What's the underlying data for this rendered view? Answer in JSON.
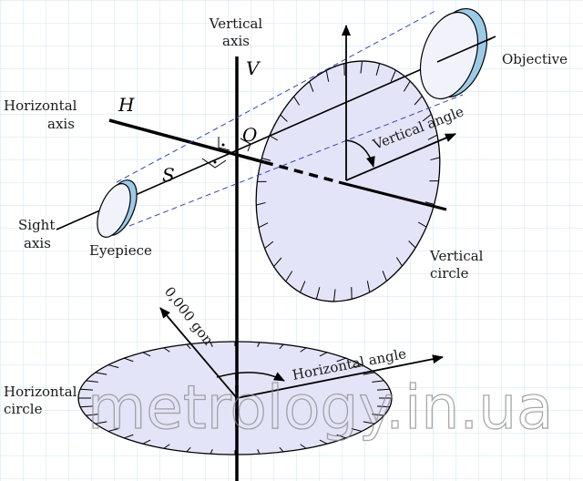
{
  "labels": {
    "vertical_axis_line1": "Vertical",
    "vertical_axis_line2": "axis",
    "horizontal_axis_line1": "Horizontal",
    "horizontal_axis_line2": "axis",
    "sight_axis_line1": "Sight",
    "sight_axis_line2": "axis",
    "eyepiece": "Eyepiece",
    "objective": "Objective",
    "vertical_angle": "Vertical angle",
    "vertical_circle_line1": "Vertical",
    "vertical_circle_line2": "circle",
    "horizontal_circle_line1": "Horizontal",
    "horizontal_circle_line2": "circle",
    "horizontal_angle": "Horizontal angle",
    "zero_gon": "0,000 gon",
    "v": "V",
    "h": "H",
    "s": "S",
    "o": "O"
  },
  "watermark": "metrology.in.ua",
  "colors": {
    "circle_fill": "#e4e4f8",
    "lens_fill": "#f2f2fb",
    "lens_edge": "#9ccbe8",
    "grid": "#cfe3f2",
    "dashed": "#3344bb"
  }
}
